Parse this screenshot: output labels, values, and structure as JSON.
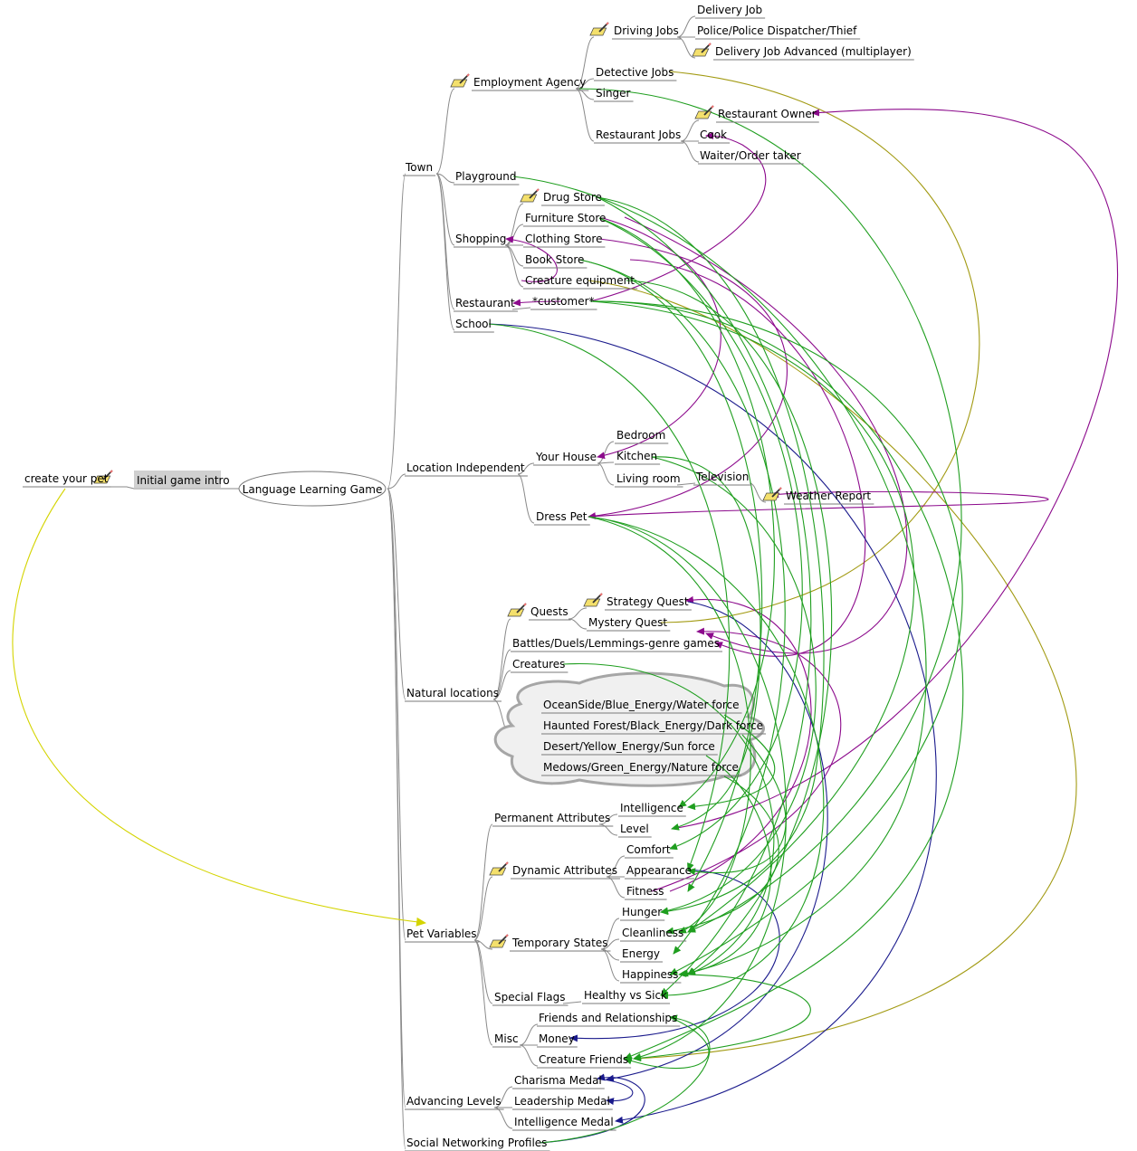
{
  "root": "Language Learning Game",
  "intro": "Initial game intro",
  "create_pet": "create your pet",
  "town": {
    "label": "Town",
    "employment": {
      "label": "Employment Agency",
      "driving": {
        "label": "Driving Jobs",
        "items": [
          "Delivery Job",
          "Police/Police Dispatcher/Thief",
          "Delivery Job Advanced (multiplayer)"
        ]
      },
      "detective": "Detective Jobs",
      "singer": "Singer",
      "restaurant_jobs": {
        "label": "Restaurant Jobs",
        "items": [
          "Restaurant Owner",
          "Cook",
          "Waiter/Order taker"
        ]
      }
    },
    "playground": "Playground",
    "shopping": {
      "label": "Shopping",
      "items": [
        "Drug Store",
        "Furniture Store",
        "Clothing Store",
        "Book Store",
        "Creature equipment"
      ]
    },
    "restaurant": {
      "label": "Restaurant",
      "customer": "*customer*"
    },
    "school": "School"
  },
  "location_independent": {
    "label": "Location Independent",
    "house": {
      "label": "Your House",
      "rooms": [
        "Bedroom",
        "Kitchen",
        "Living room"
      ],
      "television": "Television",
      "weather": "Weather Report"
    },
    "dress_pet": "Dress Pet"
  },
  "natural": {
    "label": "Natural locations",
    "quests": {
      "label": "Quests",
      "items": [
        "Strategy Quest",
        "Mystery Quest"
      ]
    },
    "battles": "Battles/Duels/Lemmings-genre games",
    "creatures": "Creatures",
    "areas": [
      "OceanSide/Blue_Energy/Water force",
      "Haunted Forest/Black_Energy/Dark force",
      "Desert/Yellow_Energy/Sun force",
      "Medows/Green_Energy/Nature force"
    ]
  },
  "pet_variables": {
    "label": "Pet Variables",
    "permanent": {
      "label": "Permanent Attributes",
      "items": [
        "Intelligence",
        "Level"
      ]
    },
    "dynamic": {
      "label": "Dynamic Attributes",
      "items": [
        "Comfort",
        "Appearance",
        "Fitness"
      ]
    },
    "temporary": {
      "label": "Temporary States",
      "items": [
        "Hunger",
        "Cleanliness",
        "Energy",
        "Happiness"
      ]
    },
    "special": {
      "label": "Special Flags",
      "items": [
        "Healthy vs Sick"
      ]
    },
    "misc": {
      "label": "Misc",
      "items": [
        "Friends and Relationships",
        "Money",
        "Creature Friends"
      ]
    }
  },
  "advancing": {
    "label": "Advancing Levels",
    "items": [
      "Charisma Medal",
      "Leadership Medal",
      "Intelligence Medal"
    ]
  },
  "social": "Social Networking Profiles",
  "colors": {
    "green": "#1f9e1f",
    "purple": "#8c0a8c",
    "navy": "#1a1a8c",
    "olive": "#a29a12",
    "yellow": "#d4d400",
    "branch": "#8a8a8a",
    "cloud_fill": "#f0f0f0",
    "cloud_stroke": "#a6a6a6",
    "intro_bg": "#d0d0d0"
  },
  "icons": {
    "task": "pencil-notepad-icon"
  }
}
